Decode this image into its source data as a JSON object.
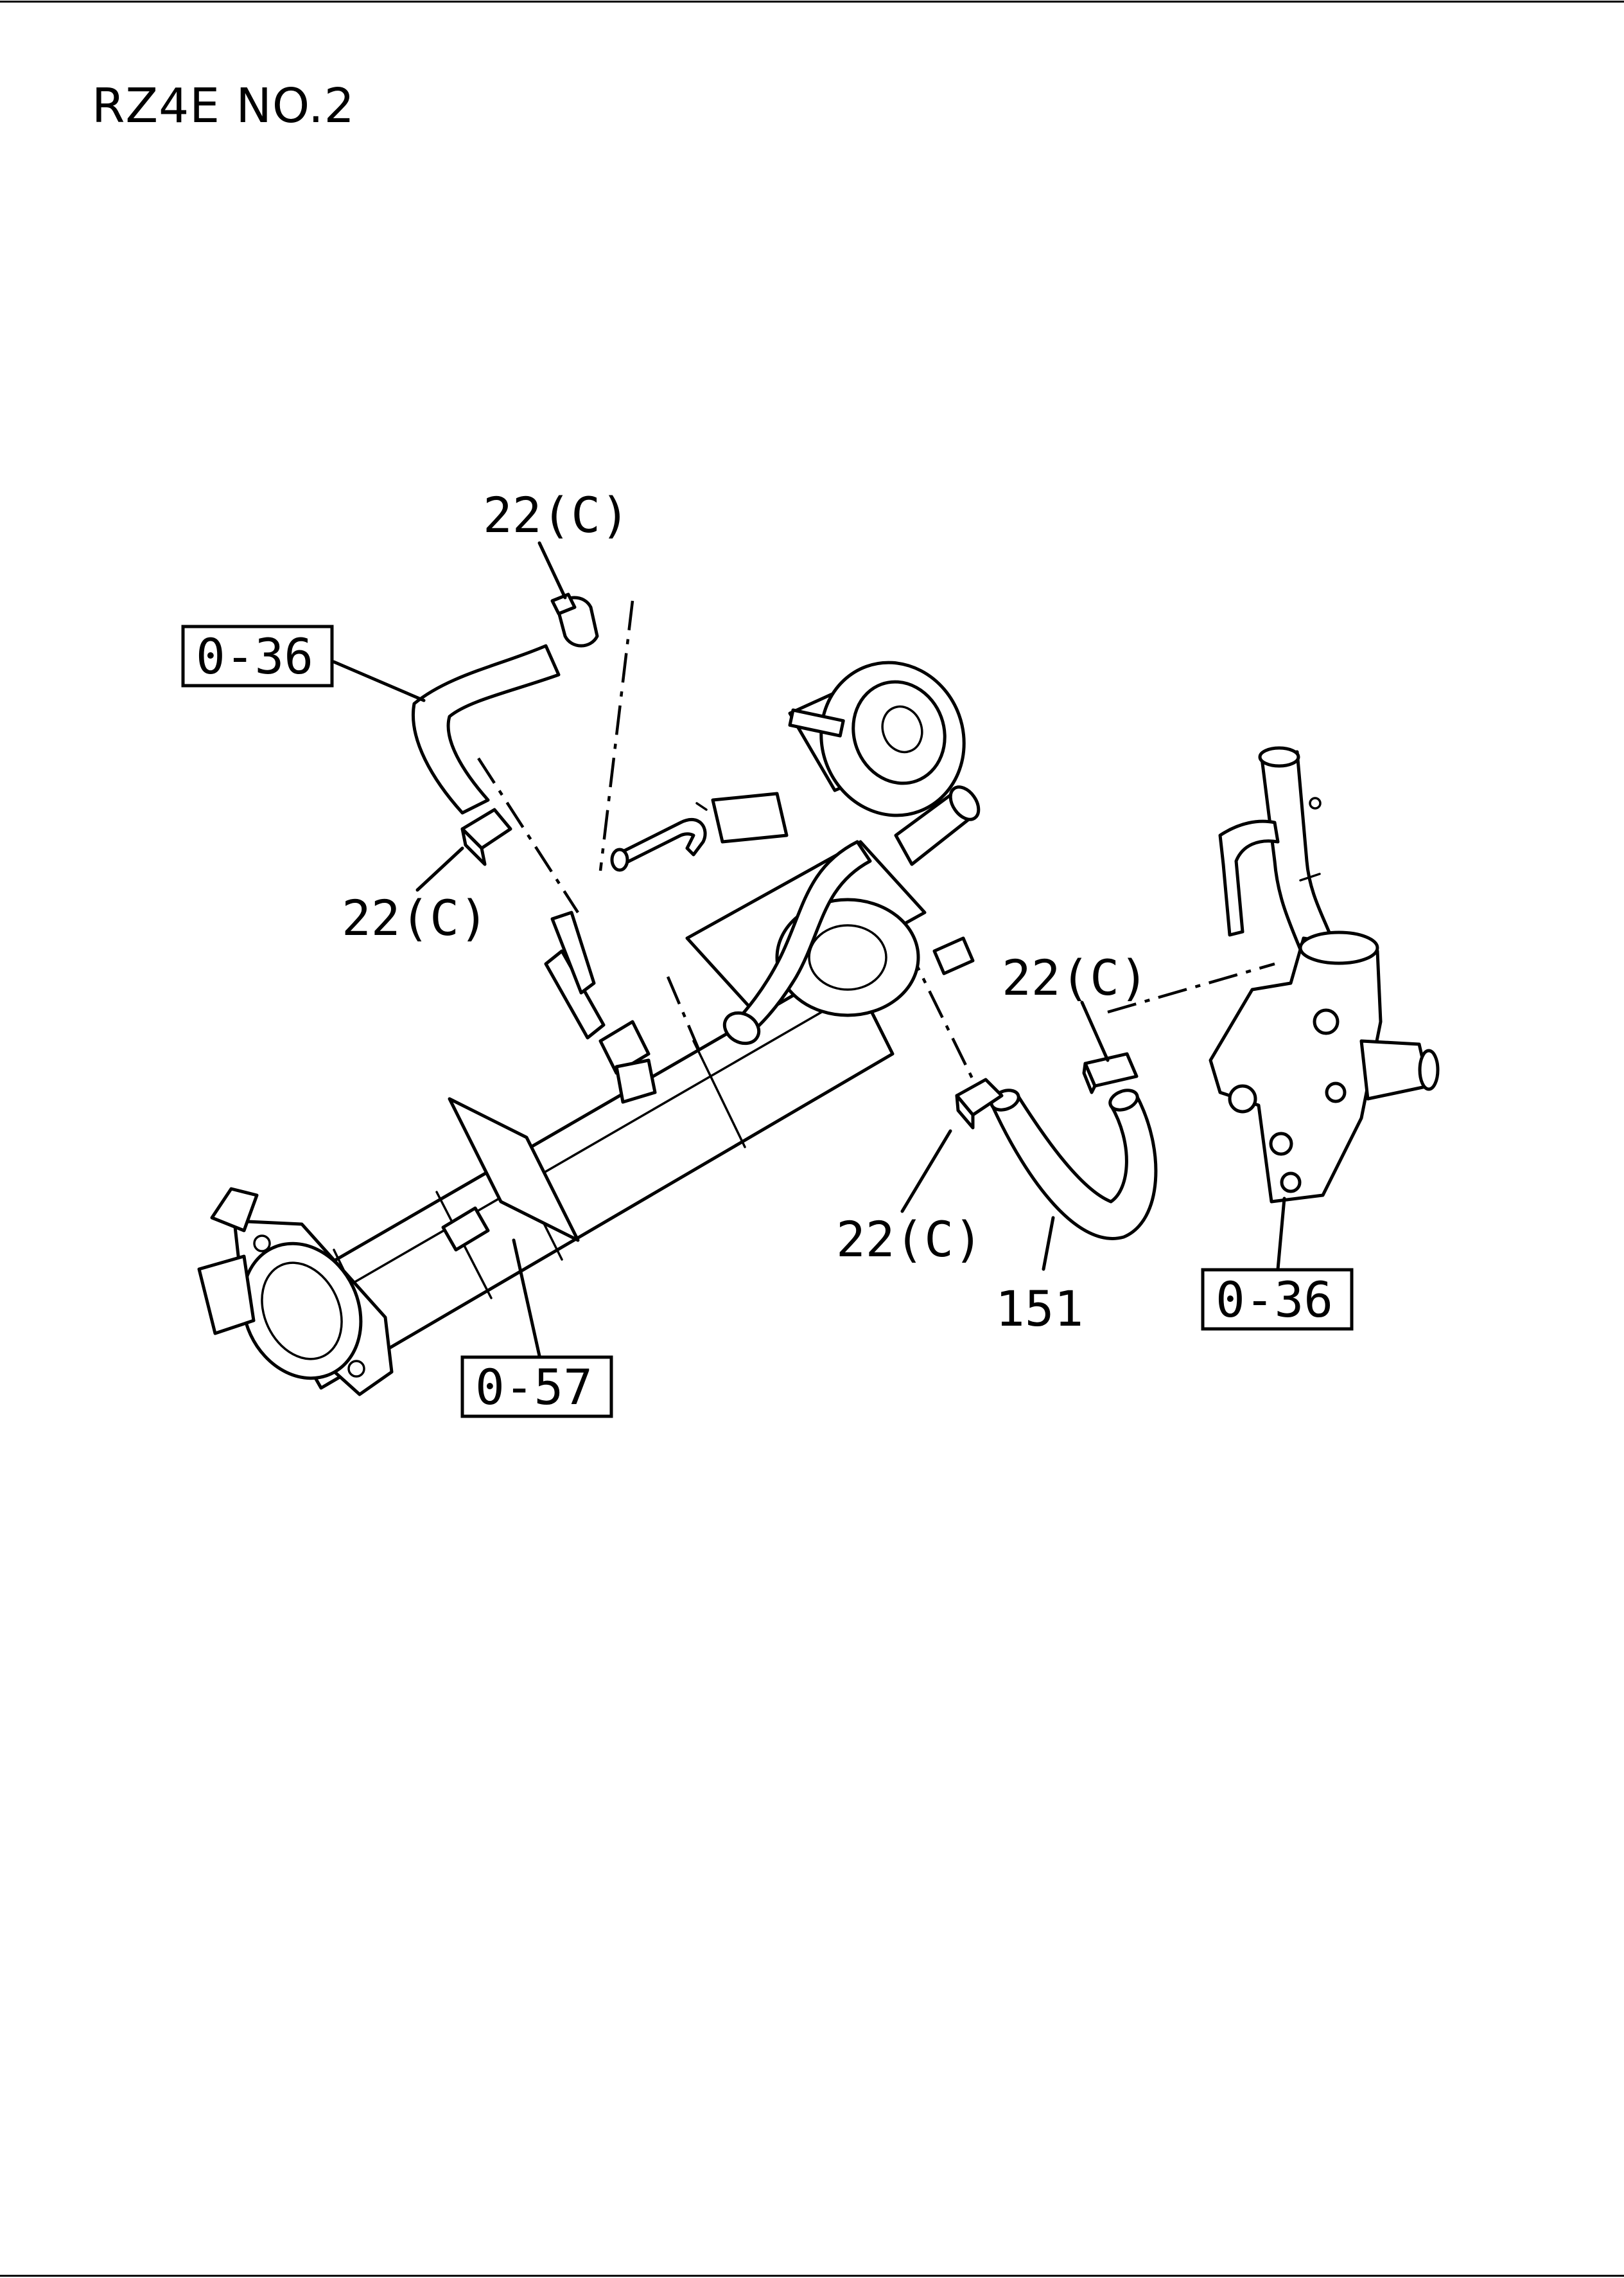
{
  "title": "RZ4E NO.2",
  "callouts": {
    "clamp_top": "22(C)",
    "clamp_left": "22(C)",
    "clamp_mid": "22(C)",
    "clamp_right": "22(C)",
    "hose_151": "151",
    "ref_hose_top": "0-36",
    "ref_egr_cooler": "0-57",
    "ref_thermostat_housing": "0-36"
  }
}
